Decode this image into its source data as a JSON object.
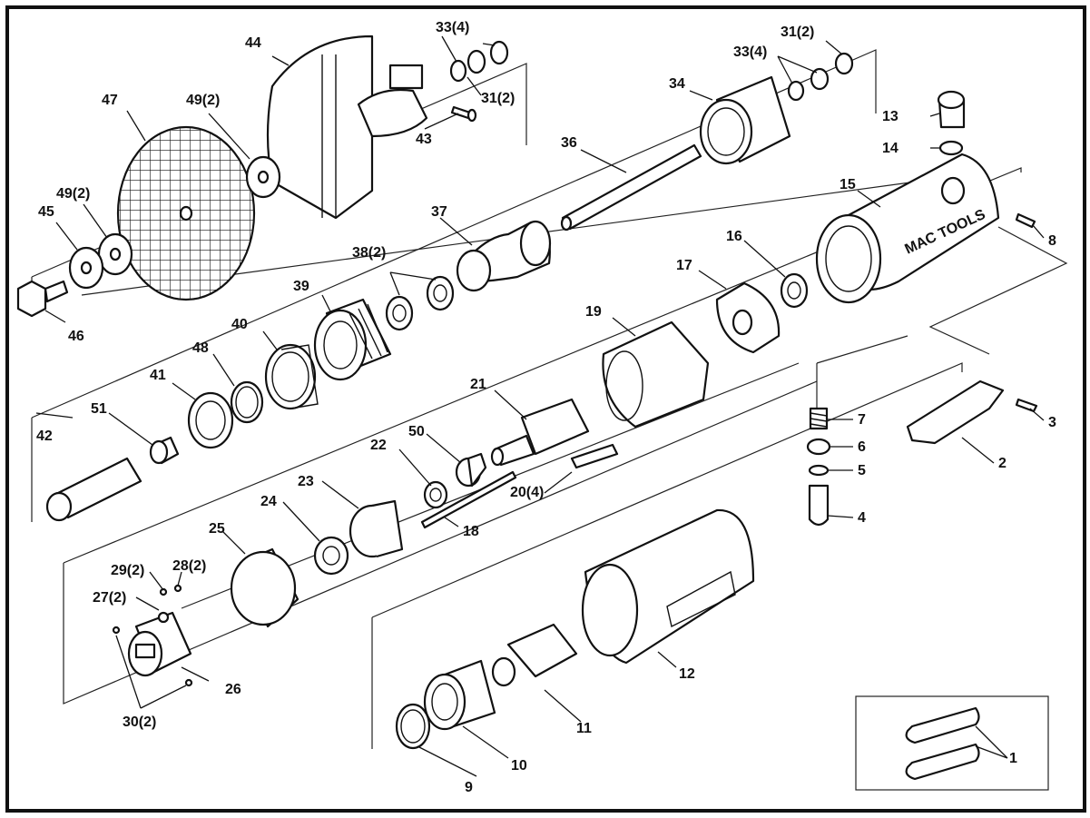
{
  "labels": {
    "p1": "1",
    "p2": "2",
    "p3": "3",
    "p4": "4",
    "p5": "5",
    "p6": "6",
    "p7": "7",
    "p8": "8",
    "p9": "9",
    "p10": "10",
    "p11": "11",
    "p12": "12",
    "p13": "13",
    "p14": "14",
    "p15": "15",
    "p16": "16",
    "p17": "17",
    "p18": "18",
    "p19": "19",
    "p20": "20(4)",
    "p21": "21",
    "p22": "22",
    "p23": "23",
    "p24": "24",
    "p25": "25",
    "p26": "26",
    "p27": "27(2)",
    "p28": "28(2)",
    "p29": "29(2)",
    "p30": "30(2)",
    "p31a": "31(2)",
    "p31b": "31(2)",
    "p33a": "33(4)",
    "p33b": "33(4)",
    "p34": "34",
    "p36": "36",
    "p37": "37",
    "p38": "38(2)",
    "p39": "39",
    "p40": "40",
    "p41": "41",
    "p42": "42",
    "p43": "43",
    "p44": "44",
    "p45": "45",
    "p46": "46",
    "p47": "47",
    "p48": "48",
    "p49a": "49(2)",
    "p49b": "49(2)",
    "p50": "50",
    "p51": "51"
  },
  "logo": "MAC TOOLS"
}
